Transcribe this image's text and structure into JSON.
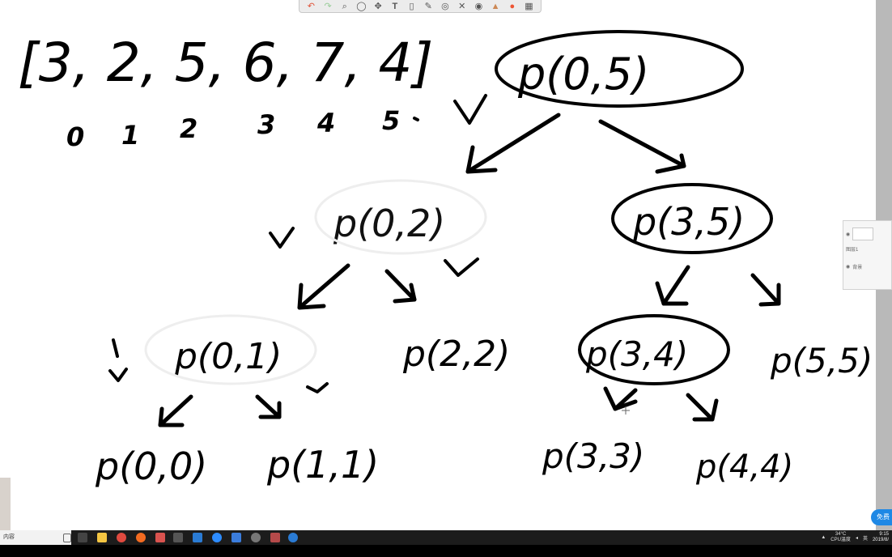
{
  "toolbar": {
    "tools": [
      "undo-icon",
      "redo-icon",
      "zoom-icon",
      "lasso-icon",
      "move-icon",
      "text-icon",
      "note-icon",
      "pen-icon",
      "stamp-icon",
      "shape-icon",
      "brush-icon",
      "ink-icon",
      "color-icon",
      "layout-icon"
    ]
  },
  "whiteboard": {
    "array_text": "[3, 2, 5, 6, 7, 4]",
    "indices": [
      "0",
      "1",
      "2",
      "3",
      "4",
      "5"
    ],
    "nodes": {
      "root": "p(0,5)",
      "left": "p(0,2)",
      "right": "p(3,5)",
      "ll": "p(0,1)",
      "lr": "p(2,2)",
      "rl": "p(3,4)",
      "rr": "p(5,5)",
      "lll": "p(0,0)",
      "llr": "p(1,1)",
      "rll": "p(3,3)",
      "rlr": "p(4,4)"
    },
    "ink_color": "#000000"
  },
  "layers_panel": {
    "layer1_label": "图层1",
    "background_label": "背景"
  },
  "free_button": "免费",
  "taskbar": {
    "search_text": "内容",
    "temperature": "34°C",
    "cpu_label": "CPU温度",
    "ime": "英",
    "time": "9:15",
    "date": "2019/8/"
  }
}
